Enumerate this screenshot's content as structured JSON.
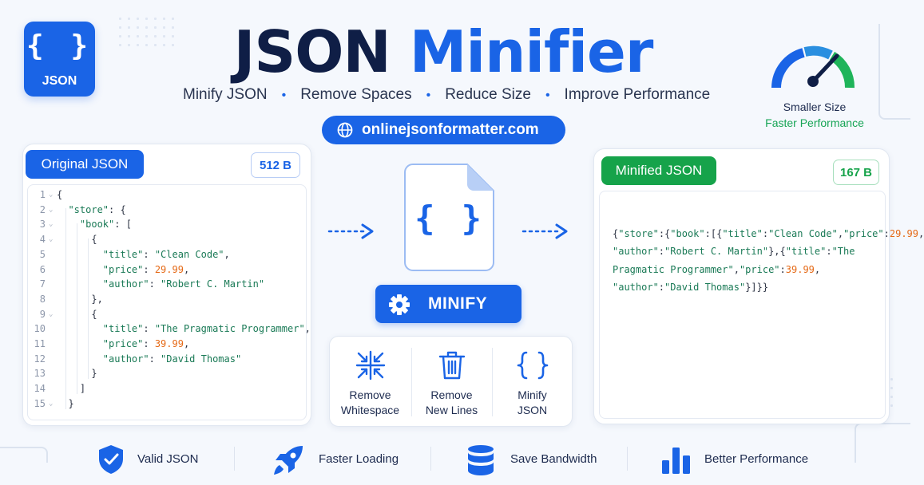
{
  "logo": {
    "braces": "{ }",
    "label": "JSON"
  },
  "title": {
    "part1": "JSON",
    "part2": "Minifier"
  },
  "subtitle": [
    "Minify JSON",
    "Remove Spaces",
    "Reduce Size",
    "Improve Performance"
  ],
  "subtitle_separator": "•",
  "url": "onlinejsonformatter.com",
  "gauge": {
    "line1": "Smaller Size",
    "line2": "Faster Performance"
  },
  "original": {
    "header": "Original JSON",
    "size": "512 B",
    "lines": [
      {
        "n": "1",
        "html": "<span class='p'>{</span>"
      },
      {
        "n": "2",
        "html": "  <span class='k'>\"store\"</span><span class='p'>: {</span>"
      },
      {
        "n": "3",
        "html": "    <span class='k'>\"book\"</span><span class='p'>: [</span>"
      },
      {
        "n": "4",
        "html": "      <span class='p'>{</span>"
      },
      {
        "n": "5",
        "html": "        <span class='k'>\"title\"</span><span class='p'>: </span><span class='s'>\"Clean Code\"</span><span class='p'>,</span>"
      },
      {
        "n": "6",
        "html": "        <span class='k'>\"price\"</span><span class='p'>: </span><span class='n'>29.99</span><span class='p'>,</span>"
      },
      {
        "n": "7",
        "html": "        <span class='k'>\"author\"</span><span class='p'>: </span><span class='s'>\"Robert C. Martin\"</span>"
      },
      {
        "n": "8",
        "html": "      <span class='p'>},</span>"
      },
      {
        "n": "9",
        "html": "      <span class='p'>{</span>"
      },
      {
        "n": "10",
        "html": "        <span class='k'>\"title\"</span><span class='p'>: </span><span class='s'>\"The Pragmatic Programmer\"</span><span class='p'>,</span>"
      },
      {
        "n": "11",
        "html": "        <span class='k'>\"price\"</span><span class='p'>: </span><span class='n'>39.99</span><span class='p'>,</span>"
      },
      {
        "n": "12",
        "html": "        <span class='k'>\"author\"</span><span class='p'>: </span><span class='s'>\"David Thomas\"</span>"
      },
      {
        "n": "13",
        "html": "      <span class='p'>}</span>"
      },
      {
        "n": "14",
        "html": "    <span class='p'>]</span>"
      },
      {
        "n": "15",
        "html": "  <span class='p'>}</span>"
      }
    ]
  },
  "minified": {
    "header": "Minified JSON",
    "size": "167 B",
    "lines": [
      "<span class='p'>{</span><span class='k'>\"store\"</span><span class='p'>:{</span><span class='k'>\"book\"</span><span class='p'>:[{</span><span class='k'>\"title\"</span><span class='p'>:</span><span class='s'>\"Clean Code\"</span><span class='p'>,</span><span class='k'>\"price\"</span><span class='p'>:</span><span class='n'>29.99</span><span class='p'>,</span>",
      "<span class='k'>\"author\"</span><span class='p'>:</span><span class='s'>\"Robert C. Martin\"</span><span class='p'>},{</span><span class='k'>\"title\"</span><span class='p'>:</span><span class='s'>\"The</span>",
      "<span class='s'>Pragmatic Programmer\"</span><span class='p'>,</span><span class='k'>\"price\"</span><span class='p'>:</span><span class='n'>39.99</span><span class='p'>,</span>",
      "<span class='k'>\"author\"</span><span class='p'>:</span><span class='s'>\"David Thomas\"</span><span class='p'>}]}}</span>"
    ]
  },
  "file_icon": {
    "glyph": "{ }"
  },
  "minify_button": {
    "label": "MINIFY"
  },
  "options": [
    {
      "icon": "compress-arrows-icon",
      "line1": "Remove",
      "line2": "Whitespace"
    },
    {
      "icon": "trash-icon",
      "line1": "Remove",
      "line2": "New Lines"
    },
    {
      "icon": "braces-icon",
      "line1": "Minify",
      "line2": "JSON"
    }
  ],
  "features": [
    {
      "icon": "shield-check-icon",
      "label": "Valid JSON"
    },
    {
      "icon": "rocket-icon",
      "label": "Faster Loading"
    },
    {
      "icon": "database-icon",
      "label": "Save Bandwidth"
    },
    {
      "icon": "bar-chart-icon",
      "label": "Better Performance"
    }
  ],
  "colors": {
    "blue": "#1a64e6",
    "navy": "#0f1e46",
    "green": "#16a34a",
    "orange": "#e56a17",
    "code_green": "#1a7a56"
  }
}
